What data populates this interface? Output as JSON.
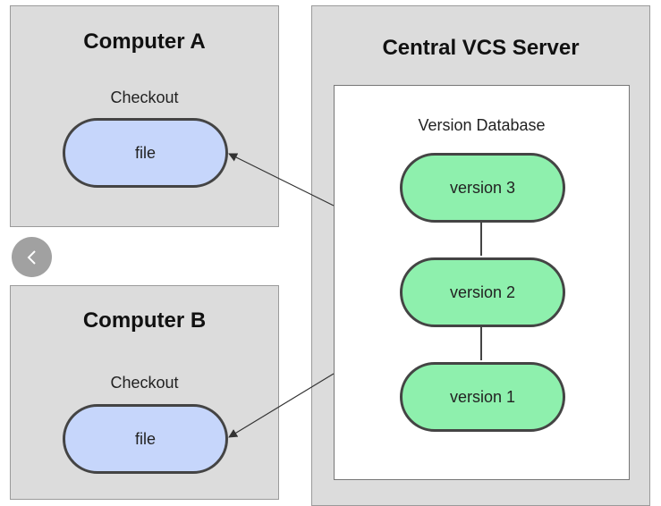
{
  "computer_a": {
    "title": "Computer A",
    "checkout_label": "Checkout",
    "file_label": "file"
  },
  "computer_b": {
    "title": "Computer B",
    "checkout_label": "Checkout",
    "file_label": "file"
  },
  "server": {
    "title": "Central VCS Server",
    "database_label": "Version Database",
    "versions": [
      "version 3",
      "version 2",
      "version 1"
    ]
  },
  "nav": {
    "icon": "chevron-left-icon"
  }
}
